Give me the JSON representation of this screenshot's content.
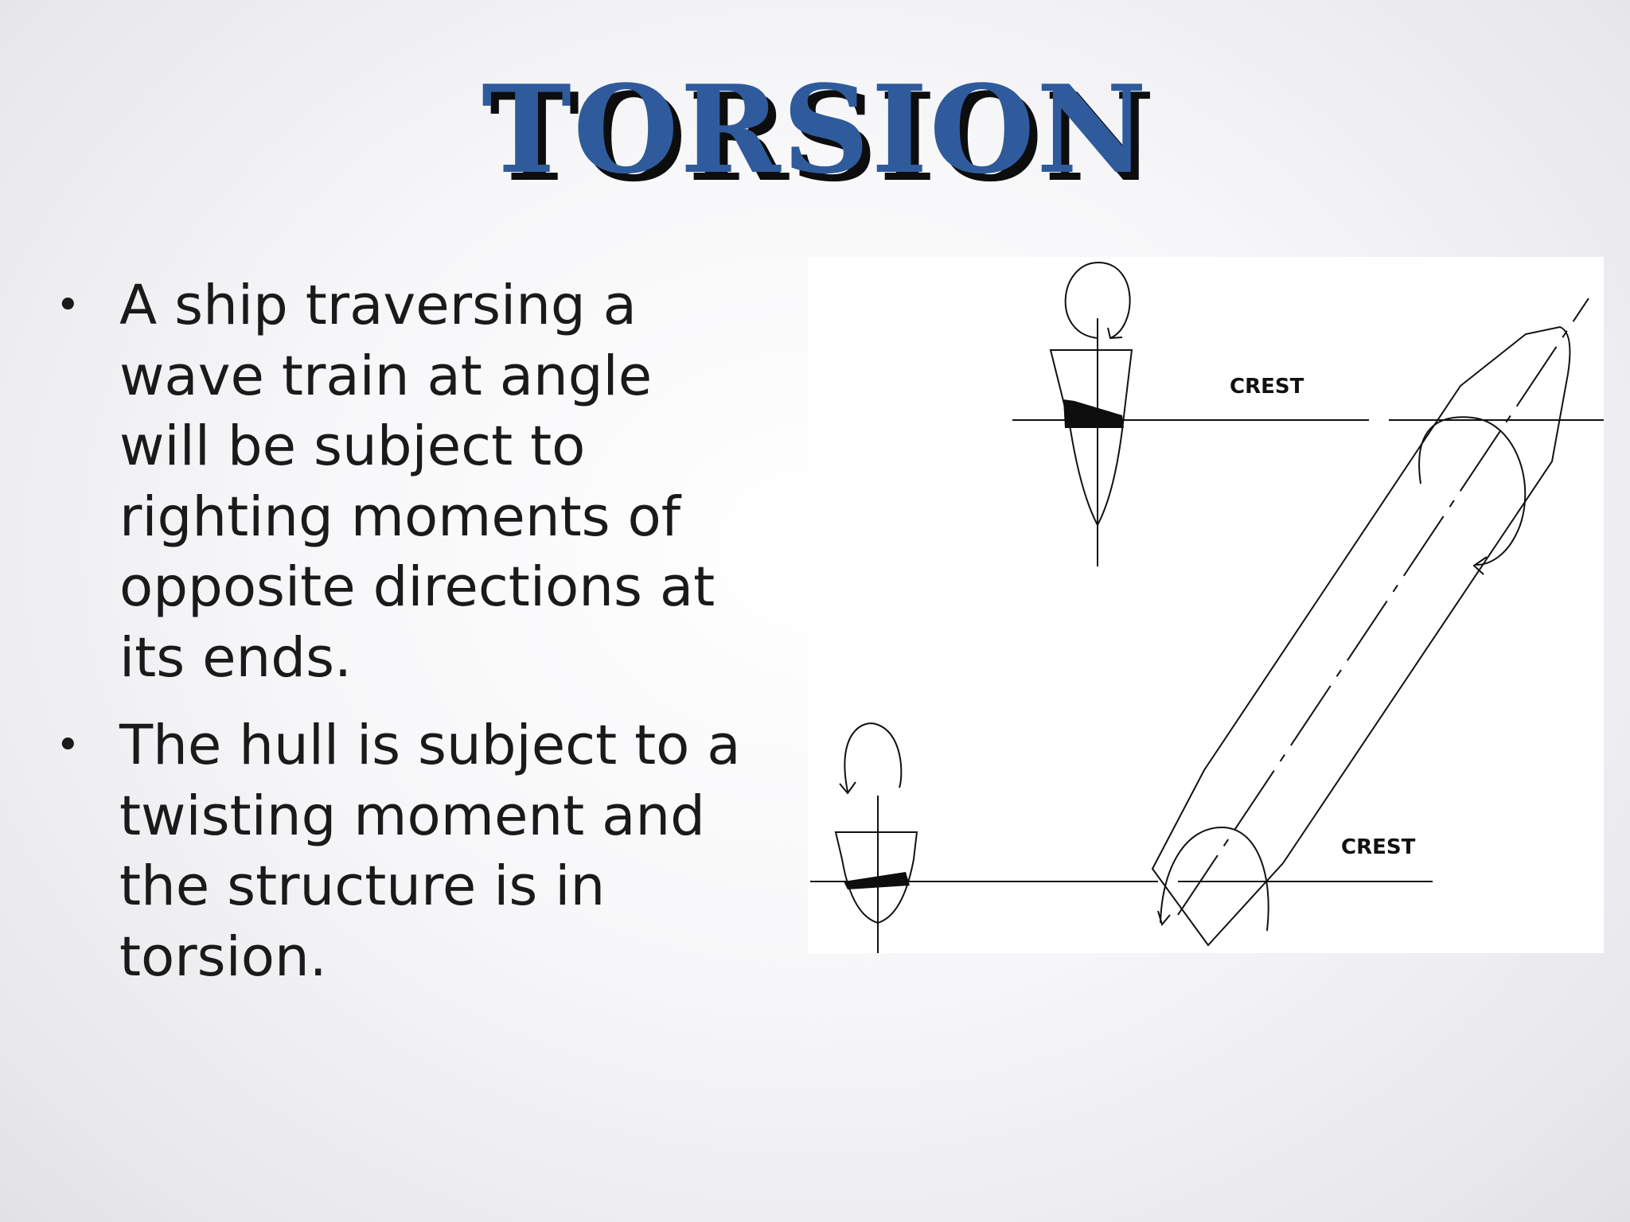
{
  "title": "TORSION",
  "bullets": [
    "A ship traversing a wave train at angle will be subject to righting moments of opposite directions at its ends.",
    "The hull is subject to a twisting moment and the structure is in torsion."
  ],
  "bullet_symbol": "•",
  "figure": {
    "crest_top": "CREST",
    "crest_bottom": "CREST"
  },
  "colors": {
    "title": "#2f5b9c",
    "title_shadow": "#0d0d0d",
    "text": "#1a1a1a"
  }
}
